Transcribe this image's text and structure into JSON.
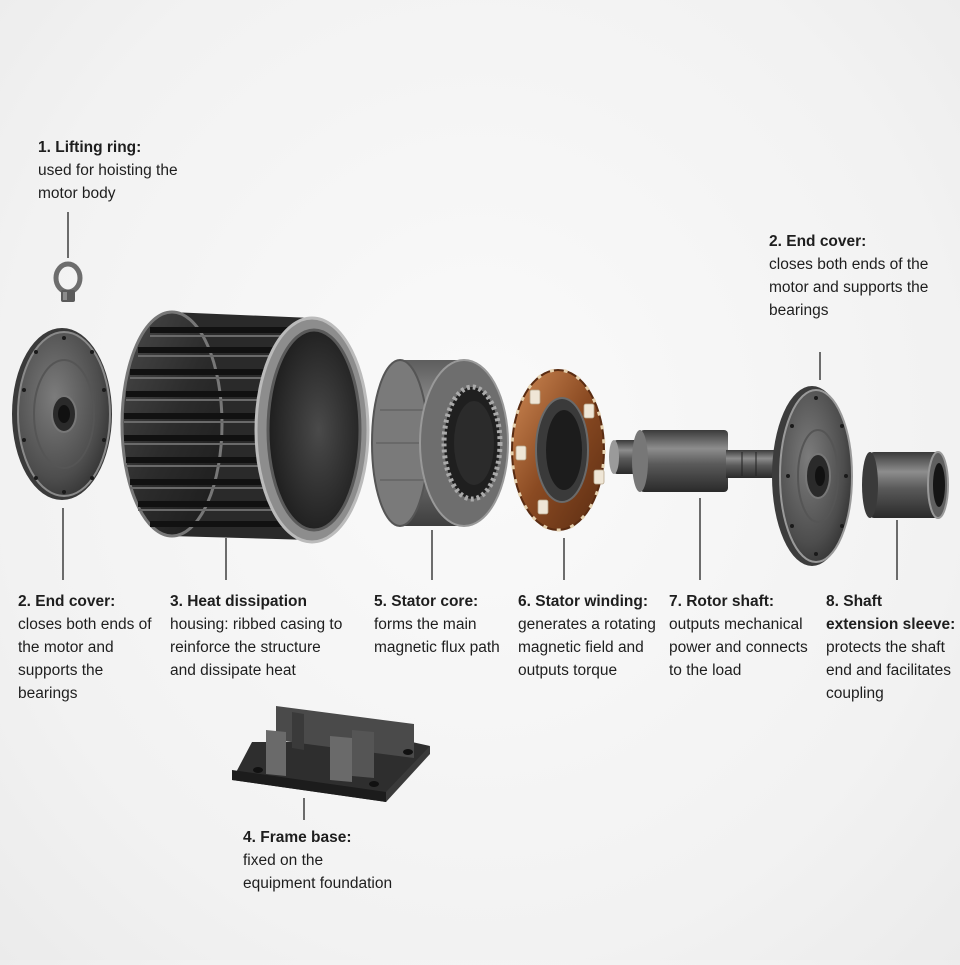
{
  "parts": {
    "lifting_ring": {
      "title": "1. Lifting ring:",
      "desc": "used for hoisting the motor body"
    },
    "end_cover_right": {
      "title": "2. End cover:",
      "desc": "closes both ends of the motor and supports the bearings"
    },
    "end_cover_left": {
      "title": "2. End cover:",
      "desc": "closes both ends of the motor and supports the bearings"
    },
    "housing": {
      "title": "3. Heat dissipation",
      "desc": "housing: ribbed casing to reinforce the structure and dissipate heat"
    },
    "stator_core": {
      "title": "5. Stator core:",
      "desc": "forms the main magnetic flux path"
    },
    "stator_winding": {
      "title": "6. Stator winding:",
      "desc": "generates a rotating magnetic field and outputs torque"
    },
    "rotor_shaft": {
      "title": "7. Rotor shaft:",
      "desc": "outputs mechanical power and connects to the load"
    },
    "sleeve": {
      "title": "8. Shaft extension sleeve:",
      "desc": "protects the shaft end and facilitates coupling"
    },
    "frame_base": {
      "title": "4. Frame base:",
      "desc": "fixed on the equipment foundation"
    }
  }
}
